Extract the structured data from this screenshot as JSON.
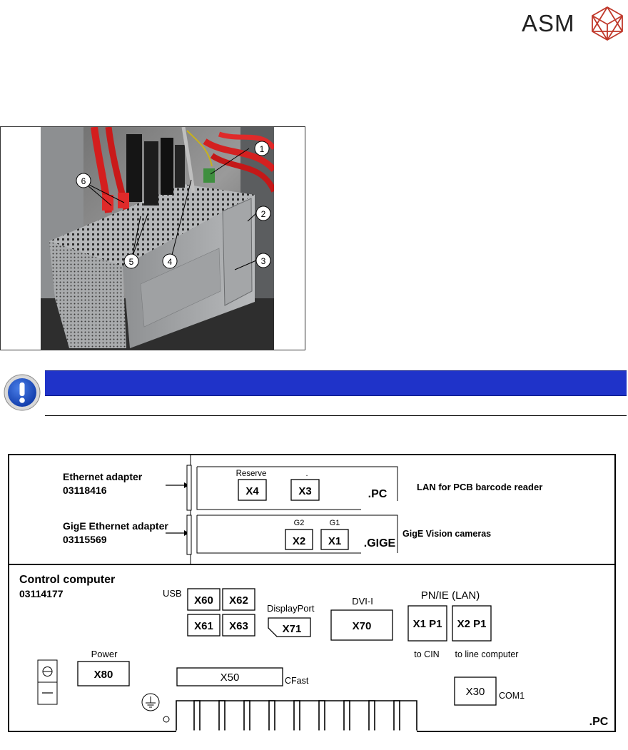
{
  "brand": {
    "name": "ASM",
    "logo_color": "#c0392b"
  },
  "photo": {
    "callouts": [
      "1",
      "2",
      "3",
      "4",
      "5",
      "6"
    ]
  },
  "notice": {
    "icon": "exclamation-icon",
    "bar_color": "#1f33c9",
    "text": ""
  },
  "diagram": {
    "ethernet_adapter": {
      "name": "Ethernet adapter",
      "part": "03118416"
    },
    "gige_adapter": {
      "name": "GigE Ethernet adapter",
      "part": "03115569"
    },
    "pc_slot": {
      "reserve_label": "Reserve",
      "dot_label": ".",
      "ports": [
        "X4",
        "X3"
      ],
      "suffix": ".PC",
      "description": "LAN for PCB barcode reader"
    },
    "gige_slot": {
      "port_labels": [
        "G2",
        "G1"
      ],
      "ports": [
        "X2",
        "X1"
      ],
      "suffix": ".GIGE",
      "description": "GigE Vision cameras"
    },
    "control_computer": {
      "name": "Control computer",
      "part": "03114177"
    },
    "usb": {
      "label": "USB",
      "ports": [
        "X60",
        "X62",
        "X61",
        "X63"
      ]
    },
    "displayport": {
      "label": "DisplayPort",
      "port": "X71"
    },
    "dvi": {
      "label": "DVI-I",
      "port": "X70"
    },
    "lan": {
      "label": "PN/IE (LAN)",
      "ports": [
        "X1 P1",
        "X2 P1"
      ],
      "targets": [
        "to CIN",
        "to line computer"
      ]
    },
    "power": {
      "label": "Power",
      "port": "X80"
    },
    "cfast": {
      "port": "X50",
      "label": "CFast"
    },
    "com": {
      "port": "X30",
      "label": "COM1"
    },
    "bottom_suffix": ".PC"
  }
}
